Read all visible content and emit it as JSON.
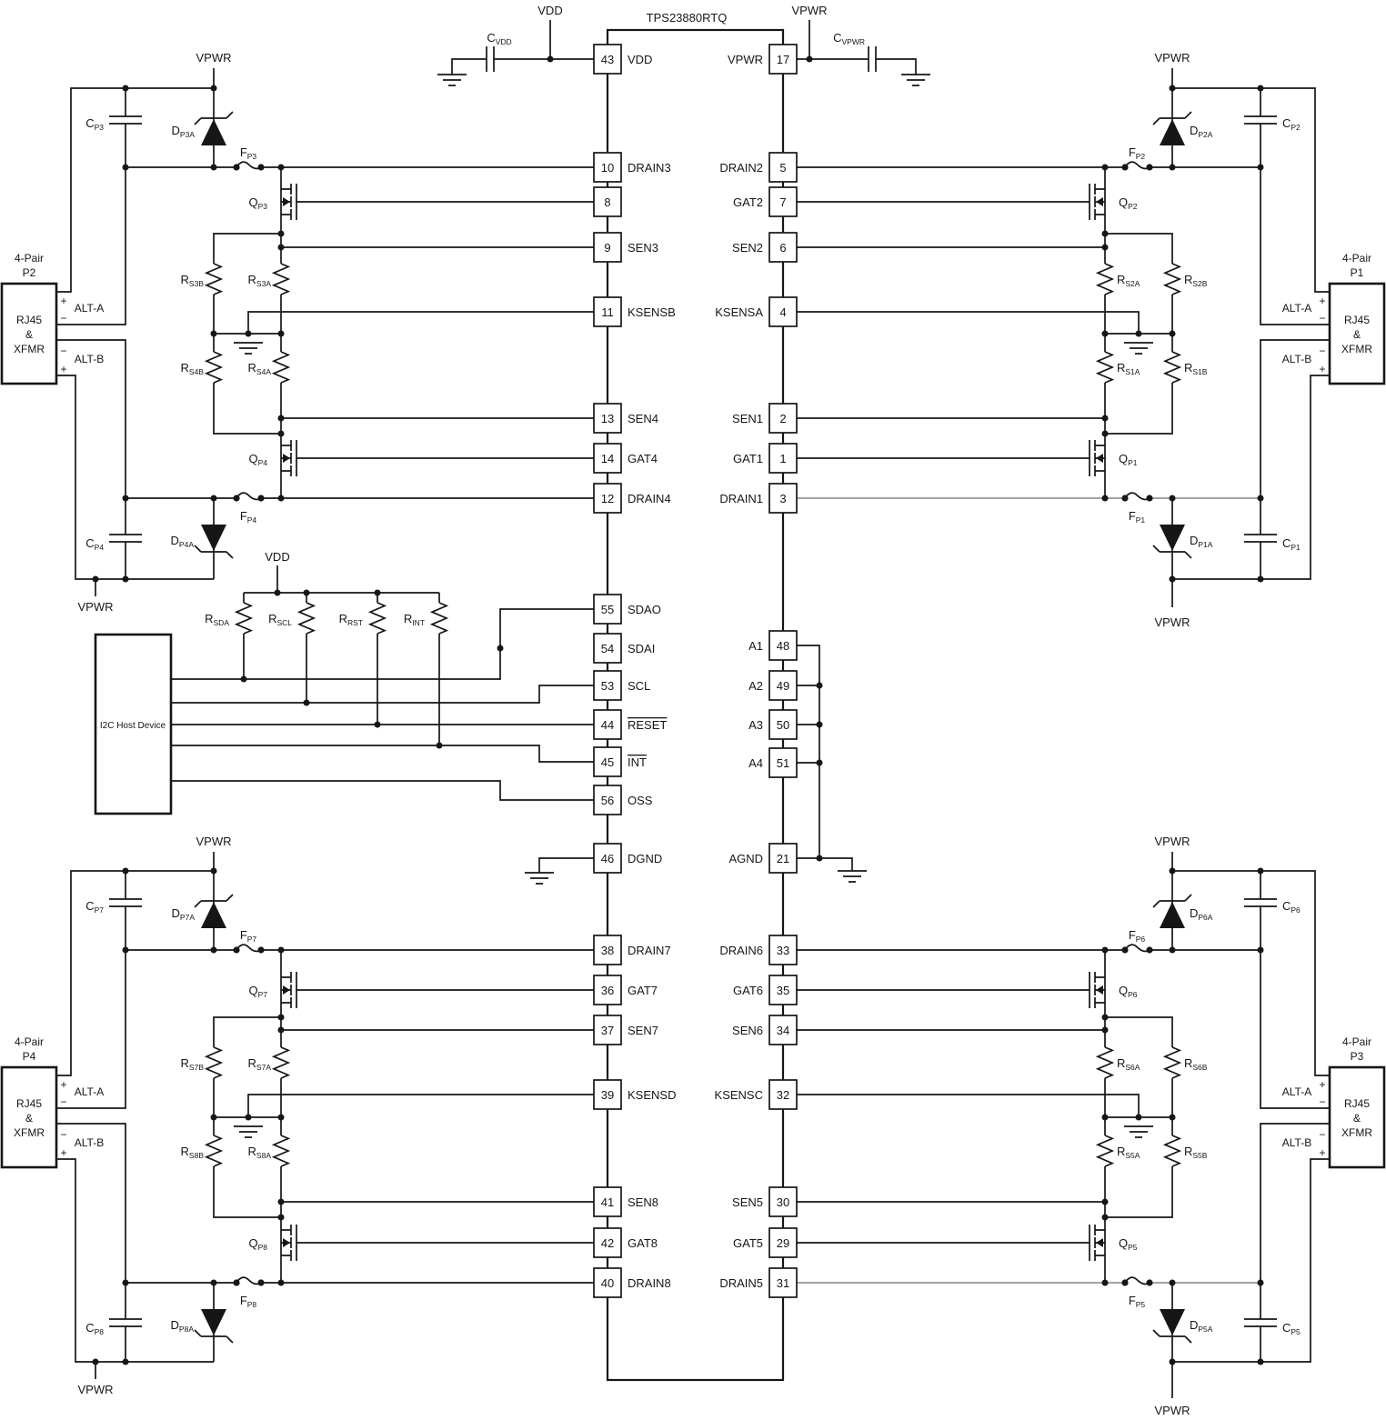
{
  "title": "TPS23880RTQ",
  "nets": {
    "vdd": "VDD",
    "vpwr": "VPWR",
    "plus": "+",
    "minus": "−"
  },
  "ic": {
    "left_pins": [
      {
        "n": "43",
        "l": "VDD"
      },
      {
        "n": "10",
        "l": "DRAIN3"
      },
      {
        "n": "8",
        "l": ""
      },
      {
        "n": "9",
        "l": "SEN3"
      },
      {
        "n": "11",
        "l": "KSENSB"
      },
      {
        "n": "13",
        "l": "SEN4"
      },
      {
        "n": "14",
        "l": "GAT4"
      },
      {
        "n": "12",
        "l": "DRAIN4"
      },
      {
        "n": "55",
        "l": "SDAO"
      },
      {
        "n": "54",
        "l": "SDAI"
      },
      {
        "n": "53",
        "l": "SCL"
      },
      {
        "n": "44",
        "l": "RESET"
      },
      {
        "n": "45",
        "l": "INT"
      },
      {
        "n": "56",
        "l": "OSS"
      },
      {
        "n": "46",
        "l": "DGND"
      },
      {
        "n": "38",
        "l": "DRAIN7"
      },
      {
        "n": "36",
        "l": "GAT7"
      },
      {
        "n": "37",
        "l": "SEN7"
      },
      {
        "n": "39",
        "l": "KSENSD"
      },
      {
        "n": "41",
        "l": "SEN8"
      },
      {
        "n": "42",
        "l": "GAT8"
      },
      {
        "n": "40",
        "l": "DRAIN8"
      }
    ],
    "right_pins": [
      {
        "n": "17",
        "l": "VPWR"
      },
      {
        "n": "5",
        "l": "DRAIN2"
      },
      {
        "n": "7",
        "l": "GAT2"
      },
      {
        "n": "6",
        "l": "SEN2"
      },
      {
        "n": "4",
        "l": "KSENSA"
      },
      {
        "n": "2",
        "l": "SEN1"
      },
      {
        "n": "1",
        "l": "GAT1"
      },
      {
        "n": "3",
        "l": "DRAIN1"
      },
      {
        "n": "48",
        "l": "A1"
      },
      {
        "n": "49",
        "l": "A2"
      },
      {
        "n": "50",
        "l": "A3"
      },
      {
        "n": "51",
        "l": "A4"
      },
      {
        "n": "21",
        "l": "AGND"
      },
      {
        "n": "33",
        "l": "DRAIN6"
      },
      {
        "n": "35",
        "l": "GAT6"
      },
      {
        "n": "34",
        "l": "SEN6"
      },
      {
        "n": "32",
        "l": "KSENSC"
      },
      {
        "n": "30",
        "l": "SEN5"
      },
      {
        "n": "29",
        "l": "GAT5"
      },
      {
        "n": "31",
        "l": "DRAIN5"
      }
    ]
  },
  "i2c": {
    "host_label": "I2C Host Device"
  },
  "ports": {
    "p1": {
      "pair": "4-Pair",
      "id": "P1"
    },
    "p2": {
      "pair": "4-Pair",
      "id": "P2"
    },
    "p3": {
      "pair": "4-Pair",
      "id": "P3"
    },
    "p4": {
      "pair": "4-Pair",
      "id": "P4"
    },
    "block": {
      "l1": "RJ45",
      "l2": "&",
      "l3": "XFMR"
    },
    "alt_a": "ALT-A",
    "alt_b": "ALT-B"
  },
  "components": {
    "cvdd": {
      "b": "C",
      "s": "VDD"
    },
    "cvpwr": {
      "b": "C",
      "s": "VPWR"
    },
    "rsda": {
      "b": "R",
      "s": "SDA"
    },
    "rscl": {
      "b": "R",
      "s": "SCL"
    },
    "rrst": {
      "b": "R",
      "s": "RST"
    },
    "rint": {
      "b": "R",
      "s": "INT"
    },
    "cp1": {
      "b": "C",
      "s": "P1"
    },
    "cp2": {
      "b": "C",
      "s": "P2"
    },
    "cp3": {
      "b": "C",
      "s": "P3"
    },
    "cp4": {
      "b": "C",
      "s": "P4"
    },
    "cp5": {
      "b": "C",
      "s": "P5"
    },
    "cp6": {
      "b": "C",
      "s": "P6"
    },
    "cp7": {
      "b": "C",
      "s": "P7"
    },
    "cp8": {
      "b": "C",
      "s": "P8"
    },
    "dp1a": {
      "b": "D",
      "s": "P1A"
    },
    "dp2a": {
      "b": "D",
      "s": "P2A"
    },
    "dp3a": {
      "b": "D",
      "s": "P3A"
    },
    "dp4a": {
      "b": "D",
      "s": "P4A"
    },
    "dp5a": {
      "b": "D",
      "s": "P5A"
    },
    "dp6a": {
      "b": "D",
      "s": "P6A"
    },
    "dp7a": {
      "b": "D",
      "s": "P7A"
    },
    "dp8a": {
      "b": "D",
      "s": "P8A"
    },
    "fp1": {
      "b": "F",
      "s": "P1"
    },
    "fp2": {
      "b": "F",
      "s": "P2"
    },
    "fp3": {
      "b": "F",
      "s": "P3"
    },
    "fp4": {
      "b": "F",
      "s": "P4"
    },
    "fp5": {
      "b": "F",
      "s": "P5"
    },
    "fp6": {
      "b": "F",
      "s": "P6"
    },
    "fp7": {
      "b": "F",
      "s": "P7"
    },
    "fp8": {
      "b": "F",
      "s": "P8"
    },
    "qp1": {
      "b": "Q",
      "s": "P1"
    },
    "qp2": {
      "b": "Q",
      "s": "P2"
    },
    "qp3": {
      "b": "Q",
      "s": "P3"
    },
    "qp4": {
      "b": "Q",
      "s": "P4"
    },
    "qp5": {
      "b": "Q",
      "s": "P5"
    },
    "qp6": {
      "b": "Q",
      "s": "P6"
    },
    "qp7": {
      "b": "Q",
      "s": "P7"
    },
    "qp8": {
      "b": "Q",
      "s": "P8"
    },
    "rs1a": {
      "b": "R",
      "s": "S1A"
    },
    "rs1b": {
      "b": "R",
      "s": "S1B"
    },
    "rs2a": {
      "b": "R",
      "s": "S2A"
    },
    "rs2b": {
      "b": "R",
      "s": "S2B"
    },
    "rs3a": {
      "b": "R",
      "s": "S3A"
    },
    "rs3b": {
      "b": "R",
      "s": "S3B"
    },
    "rs4a": {
      "b": "R",
      "s": "S4A"
    },
    "rs4b": {
      "b": "R",
      "s": "S4B"
    },
    "rs5a": {
      "b": "R",
      "s": "S5A"
    },
    "rs5b": {
      "b": "R",
      "s": "S5B"
    },
    "rs6a": {
      "b": "R",
      "s": "S6A"
    },
    "rs6b": {
      "b": "R",
      "s": "S6B"
    },
    "rs7a": {
      "b": "R",
      "s": "S7A"
    },
    "rs7b": {
      "b": "R",
      "s": "S7B"
    },
    "rs8a": {
      "b": "R",
      "s": "S8A"
    },
    "rs8b": {
      "b": "R",
      "s": "S8B"
    }
  }
}
